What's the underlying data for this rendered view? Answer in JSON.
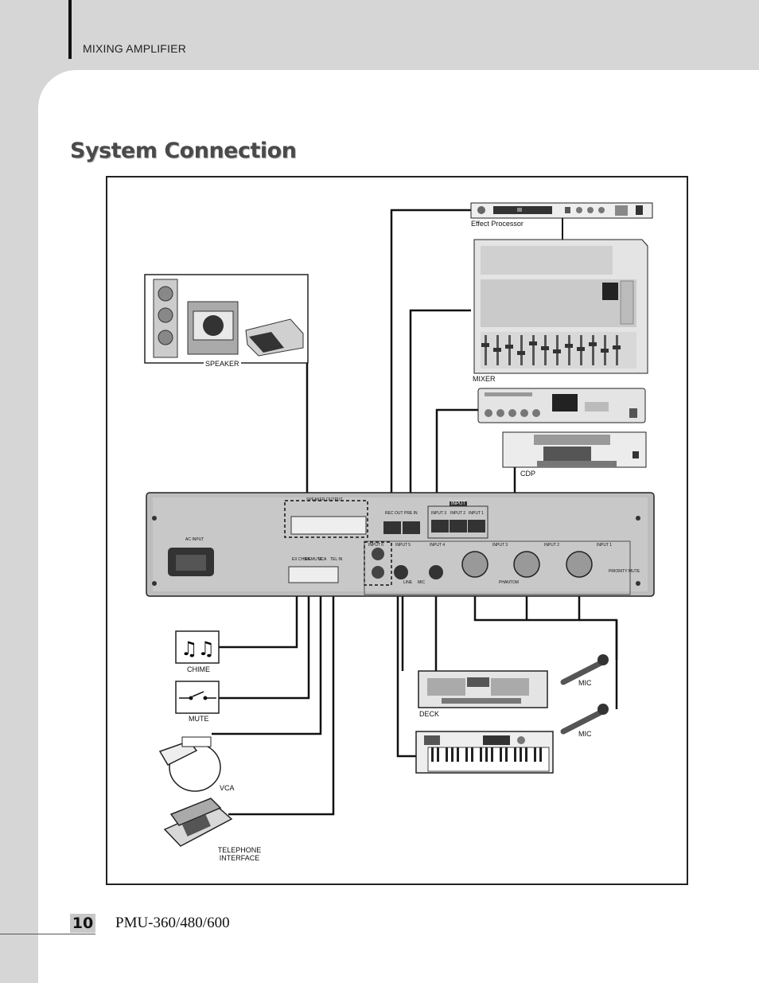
{
  "header": {
    "section": "MIXING AMPLIFIER"
  },
  "title": "System Connection",
  "devices": {
    "effect_processor": "Effect Processor",
    "mixer": "MIXER",
    "cdp": "CDP",
    "speaker": "SPEAKER",
    "chime": "CHIME",
    "mute": "MUTE",
    "vca": "VCA",
    "telephone_line1": "TELEPHONE",
    "telephone_line2": "INTERFACE",
    "deck": "DECK",
    "mic1": "MIC",
    "mic2": "MIC"
  },
  "panel": {
    "speaker_output": "SPEAKER OUTPUT",
    "rec_out": "REC OUT",
    "pre_in": "PRE IN",
    "input_group": "INPUT",
    "input3": "INPUT 3",
    "input2": "INPUT 2",
    "input1": "INPUT 1",
    "ac_input": "AC INPUT",
    "ex_chime": "EX CHIME",
    "ex_mute": "EX MUTE",
    "vca": "VCA",
    "tel_in": "TEL IN",
    "input6": "INPUT 6",
    "input5": "INPUT 5",
    "input4": "INPUT 4",
    "input3b": "INPUT 3",
    "input2b": "INPUT 2",
    "input1b": "INPUT 1",
    "priority_mute": "PRIORITY MUTE",
    "line": "LINE",
    "mic": "MIC",
    "phantom": "PHANTOM"
  },
  "footer": {
    "page_number": "10",
    "model": "PMU-360/480/600"
  }
}
